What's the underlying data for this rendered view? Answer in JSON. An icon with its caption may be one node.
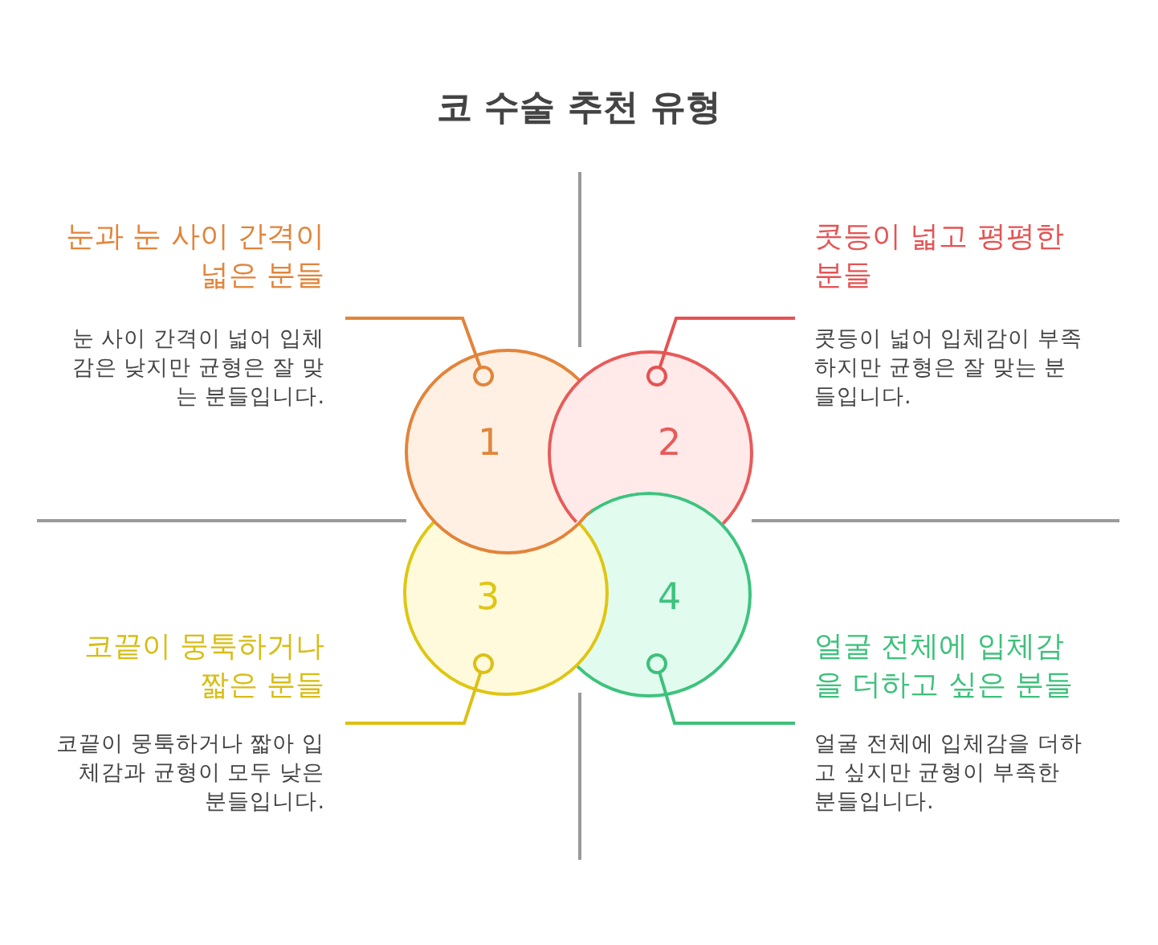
{
  "diagram": {
    "title": "코 수술 추천 유형",
    "nodes": [
      {
        "text": [
          "눈과 눈 사이 간격이 넓은 분들",
          "눈 사이 간격이 넓어 입체감은 낮지만 균형은 잘 맞는 분들입니다."
        ]
      },
      {
        "text": [
          "콧등이 넓고 평평한 분들",
          "콧등이 넓어 입체감이 부족하지만 균형은 잘 맞는 분들입니다."
        ]
      },
      {
        "text": [
          "1"
        ]
      },
      {
        "text": [
          "2"
        ]
      },
      {
        "text": [
          "3"
        ]
      },
      {
        "text": [
          "4"
        ]
      },
      {
        "text": [
          "코끝이 뭉툭하거나 짧은 분들",
          "코끝이 뭉툭하거나 짧아 입체감과 균형이 모두 낮은 분들입니다."
        ]
      },
      {
        "text": [
          "얼굴 전체에 입체감을 더하고 싶은 분들",
          "얼굴 전체에 입체감을 더하고 싶지만 균형이 부족한 분들입니다."
        ]
      }
    ],
    "edges": [
      {
        "from": 0,
        "to": 2,
        "arrow": "other",
        "color": "#e2843a"
      },
      {
        "from": 1,
        "to": 3,
        "arrow": "other",
        "color": "#e55353"
      },
      {
        "from": 6,
        "to": 4,
        "arrow": "other",
        "color": "#dcc015"
      },
      {
        "from": 7,
        "to": 5,
        "arrow": "other",
        "color": "#3dc17b"
      }
    ]
  }
}
